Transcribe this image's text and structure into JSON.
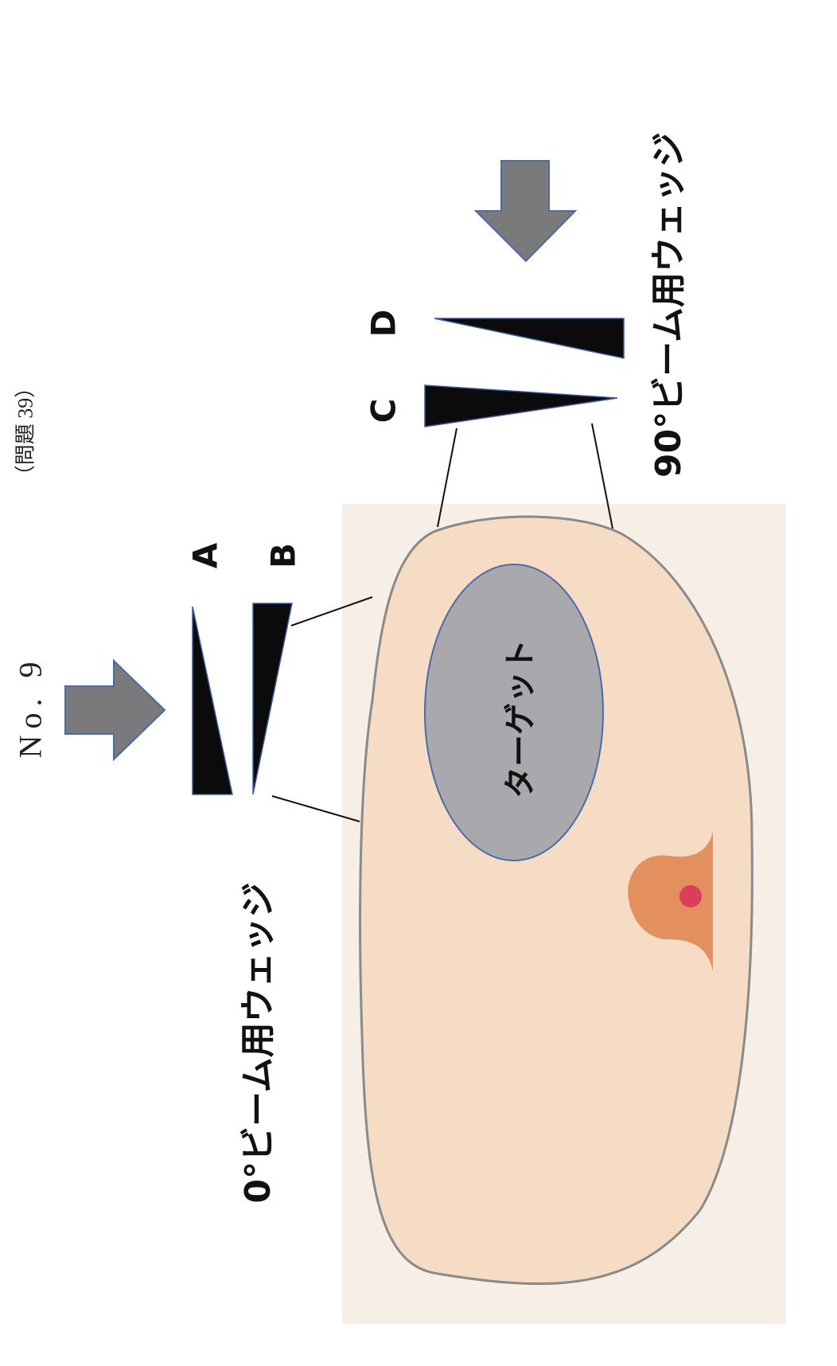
{
  "header": {
    "problem_number": "（問題 39）",
    "page_number": "No. 9"
  },
  "labels": {
    "wedge_a": "A",
    "wedge_b": "B",
    "wedge_c": "C",
    "wedge_d": "D",
    "wedge_group_0deg": "0°ビーム用ウェッジ",
    "wedge_group_90deg": "90°ビーム用ウェッジ",
    "target": "ターゲット"
  },
  "colors": {
    "body": "#f6dcc4",
    "body_outline": "#8a8a8a",
    "target_fill": "#a9a9ad",
    "target_outline": "#4a6aa8",
    "wedge": "#0b0b0b",
    "wedge_outline": "#3a5aa0",
    "arrow_fill": "#7a7a7c",
    "arrow_outline": "#4a6aa8",
    "breast_areola": "#e3905e",
    "breast_nipple": "#d8405a"
  },
  "icons": {
    "beam_arrow_0deg": "right-arrow-icon",
    "beam_arrow_90deg": "down-arrow-icon"
  }
}
